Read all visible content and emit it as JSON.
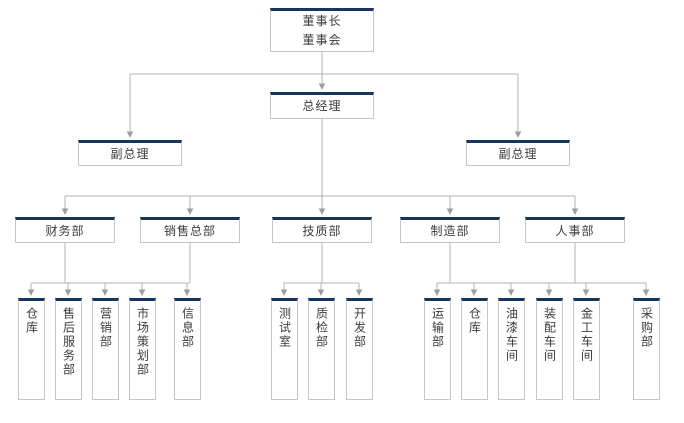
{
  "diagram": {
    "type": "org-chart",
    "colors": {
      "node_top_border": "#17365d",
      "node_border": "#c6c6c6",
      "connector_line": "#b3b3b3",
      "arrowhead": "#9e9e9e",
      "text": "#3b3b3b",
      "background": "#ffffff"
    },
    "nodes": {
      "board": {
        "line1": "董事长",
        "line2": "董事会"
      },
      "gm": {
        "label": "总经理"
      },
      "deputy_left": {
        "label": "副总理"
      },
      "deputy_right": {
        "label": "副总理"
      },
      "finance": {
        "label": "财务部"
      },
      "sales": {
        "label": "销售总部"
      },
      "tech_quality": {
        "label": "技质部"
      },
      "manufacturing": {
        "label": "制造部"
      },
      "hr": {
        "label": "人事部"
      },
      "warehouse_a": {
        "label": "仓库"
      },
      "after_sales": {
        "label": "售后服务部"
      },
      "marketing": {
        "label": "营销部"
      },
      "market_planning": {
        "label": "市场策划部"
      },
      "information": {
        "label": "信息部"
      },
      "test_room": {
        "label": "测试室"
      },
      "quality_inspection": {
        "label": "质检部"
      },
      "development": {
        "label": "开发部"
      },
      "transport": {
        "label": "运输部"
      },
      "warehouse_b": {
        "label": "仓库"
      },
      "paint_shop": {
        "label": "油漆车间"
      },
      "assembly_shop": {
        "label": "装配车间"
      },
      "metalwork_shop": {
        "label": "金工车间"
      },
      "purchasing": {
        "label": "采购部"
      }
    },
    "edges": [
      {
        "from": "board",
        "to": "gm"
      },
      {
        "from": "board",
        "to": "deputy_left"
      },
      {
        "from": "board",
        "to": "deputy_right"
      },
      {
        "from": "gm",
        "to": "finance"
      },
      {
        "from": "gm",
        "to": "sales"
      },
      {
        "from": "gm",
        "to": "tech_quality"
      },
      {
        "from": "gm",
        "to": "manufacturing"
      },
      {
        "from": "gm",
        "to": "hr"
      },
      {
        "from": "finance",
        "to": "warehouse_a"
      },
      {
        "from": "sales",
        "to": "after_sales"
      },
      {
        "from": "sales",
        "to": "marketing"
      },
      {
        "from": "sales",
        "to": "market_planning"
      },
      {
        "from": "sales",
        "to": "information"
      },
      {
        "from": "tech_quality",
        "to": "test_room"
      },
      {
        "from": "tech_quality",
        "to": "quality_inspection"
      },
      {
        "from": "tech_quality",
        "to": "development"
      },
      {
        "from": "manufacturing",
        "to": "transport"
      },
      {
        "from": "manufacturing",
        "to": "warehouse_b"
      },
      {
        "from": "manufacturing",
        "to": "paint_shop"
      },
      {
        "from": "manufacturing",
        "to": "assembly_shop"
      },
      {
        "from": "manufacturing",
        "to": "metalwork_shop"
      },
      {
        "from": "hr",
        "to": "purchasing"
      }
    ]
  }
}
